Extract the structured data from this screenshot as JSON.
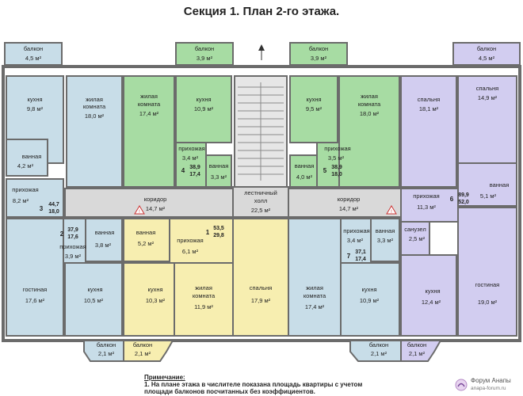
{
  "title": "Секция 1. План 2-го этажа.",
  "colors": {
    "apt3": "#c8dde8",
    "apt4": "#a7dca3",
    "apt5": "#a7dca3",
    "apt6": "#d2cdf0",
    "apt1": "#f7eeb0",
    "apt2": "#c8dde8",
    "apt7": "#c8dde8",
    "common": "#d9d9d9",
    "wall": "#6b6b6b"
  },
  "rooms": {
    "balcony_tl": {
      "name": "балкон",
      "area": "4,5 м²"
    },
    "balcony_t2": {
      "name": "балкон",
      "area": "3,9 м²"
    },
    "balcony_t3": {
      "name": "балкон",
      "area": "3,9 м²"
    },
    "balcony_tr": {
      "name": "балкон",
      "area": "4,5 м²"
    },
    "a3_kitchen": {
      "name": "кухня",
      "area": "9,8 м²"
    },
    "a3_living": {
      "name": "жилая комната",
      "area": "18,0 м²"
    },
    "a3_bath": {
      "name": "ванная",
      "area": "4,2 м²"
    },
    "a3_hall": {
      "name": "прихожая",
      "area": "8,2 м²"
    },
    "a4_living": {
      "name": "жилая комната",
      "area": "17,4 м²"
    },
    "a4_kitchen": {
      "name": "кухня",
      "area": "10,9 м²"
    },
    "a4_hall": {
      "name": "прихожая",
      "area": "3,4 м²"
    },
    "a4_bath": {
      "name": "ванная",
      "area": "3,3 м²"
    },
    "a5_kitchen": {
      "name": "кухня",
      "area": "9,5 м²"
    },
    "a5_living": {
      "name": "жилая комната",
      "area": "18,0 м²"
    },
    "a5_hall": {
      "name": "прихожая",
      "area": "3,5 м²"
    },
    "a5_bath": {
      "name": "ванная",
      "area": "4,0 м²"
    },
    "a6_bed1": {
      "name": "спальня",
      "area": "18,1 м²"
    },
    "a6_bed2": {
      "name": "спальня",
      "area": "14,9 м²"
    },
    "a6_bath": {
      "name": "ванная",
      "area": "5,1 м²"
    },
    "a6_hall": {
      "name": "прихожая",
      "area": "11,3 м²"
    },
    "a6_wc": {
      "name": "санузел",
      "area": "2,5 м²"
    },
    "a6_kitchen": {
      "name": "кухня",
      "area": "12,4 м²"
    },
    "a6_guest": {
      "name": "гостиная",
      "area": "19,0 м²"
    },
    "corr_left": {
      "name": "коридор",
      "area": "14,7 м²"
    },
    "corr_right": {
      "name": "коридор",
      "area": "14,7 м²"
    },
    "stair_hall": {
      "name": "лестничный холл",
      "area": "22,5 м²"
    },
    "a2_guest": {
      "name": "гостиная",
      "area": "17,6 м²"
    },
    "a2_hall": {
      "name": "прихожая",
      "area": "3,9 м²"
    },
    "a2_bath": {
      "name": "ванная",
      "area": "3,8 м²"
    },
    "a2_kitchen": {
      "name": "кухня",
      "area": "10,5 м²"
    },
    "a1_bath": {
      "name": "ванная",
      "area": "5,2 м²"
    },
    "a1_hall": {
      "name": "прихожая",
      "area": "6,1 м²"
    },
    "a1_kitchen": {
      "name": "кухня",
      "area": "10,3 м²"
    },
    "a1_living": {
      "name": "жилая комната",
      "area": "11,9 м²"
    },
    "a1_bed": {
      "name": "спальня",
      "area": "17,9 м²"
    },
    "a7_living": {
      "name": "жилая комната",
      "area": "17,4 м²"
    },
    "a7_hall": {
      "name": "прихожая",
      "area": "3,4 м²"
    },
    "a7_bath": {
      "name": "ванная",
      "area": "3,3 м²"
    },
    "a7_kitchen": {
      "name": "кухня",
      "area": "10,9 м²"
    },
    "balcony_b1": {
      "name": "балкон",
      "area": "2,1 м²"
    },
    "balcony_b2": {
      "name": "балкон",
      "area": "2,1 м²"
    },
    "balcony_b3": {
      "name": "балкон",
      "area": "2,1 м²"
    },
    "balcony_b4": {
      "name": "балкон",
      "area": "2,1 м²"
    }
  },
  "apartments": {
    "a1": {
      "num": "1",
      "total": "53,5",
      "living": "29,8"
    },
    "a2": {
      "num": "2",
      "total": "37,9",
      "living": "17,6"
    },
    "a3": {
      "num": "3",
      "total": "44,7",
      "living": "18,0"
    },
    "a4": {
      "num": "4",
      "total": "38,9",
      "living": "17,4"
    },
    "a5": {
      "num": "5",
      "total": "38,9",
      "living": "18,0"
    },
    "a6": {
      "num": "6",
      "total": "89,9",
      "living": "52,0"
    },
    "a7": {
      "num": "7",
      "total": "37,1",
      "living": "17,4"
    }
  },
  "note": {
    "heading": "Примечание:",
    "line1": "1. На плане этажа в числителе показана площадь квартиры с учетом",
    "line2": "площади балконов  посчитанных без коэффициентов."
  },
  "logo": {
    "name": "Форум Анапы",
    "url": "anapa-forum.ru"
  }
}
